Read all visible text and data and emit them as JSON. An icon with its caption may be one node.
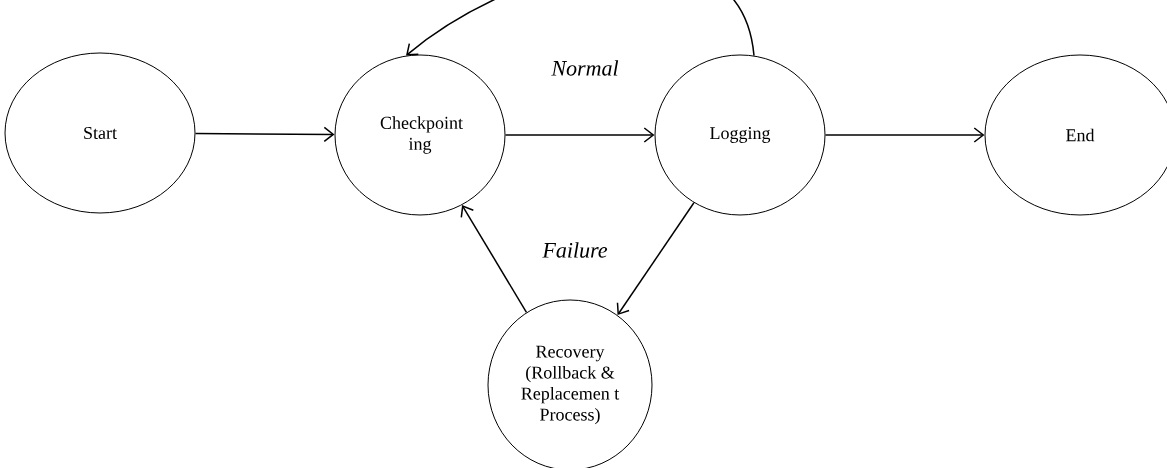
{
  "diagram": {
    "nodes": [
      {
        "text": [
          "Start"
        ]
      },
      {
        "text": [
          "Checkpoint ing"
        ]
      },
      {
        "text": [
          "Logging"
        ]
      },
      {
        "text": [
          "End"
        ]
      },
      {
        "text": [
          "Recovery (Rollback & Replacemen t Process)"
        ]
      }
    ],
    "edges": [
      {
        "from": 0,
        "to": 1,
        "arrow": "to"
      },
      {
        "from": 1,
        "to": 2,
        "arrow": "to"
      },
      {
        "from": 2,
        "to": 3,
        "arrow": "to"
      },
      {
        "from": 2,
        "to": 1,
        "arrow": "to"
      },
      {
        "from": 2,
        "to": 4,
        "arrow": "to"
      },
      {
        "from": 4,
        "to": 1,
        "arrow": "to"
      }
    ],
    "labels": [
      "Normal",
      "Failure"
    ]
  }
}
